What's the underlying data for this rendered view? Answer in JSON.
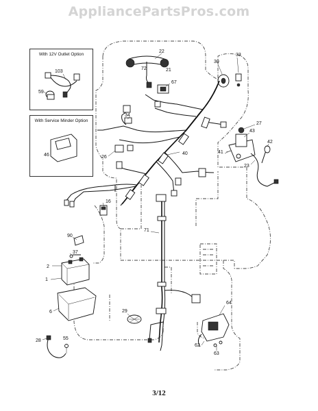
{
  "watermark": "AppliancePartsPros.com",
  "insets": {
    "outlet_option": "With 12V Outlet Option",
    "service_minder_option": "With Service Minder Option"
  },
  "labels": {
    "l22": "22",
    "l33": "33",
    "l30": "30",
    "l72": "72",
    "l21": "21",
    "l103": "103",
    "l59": "59",
    "l67": "67",
    "l34": "34",
    "l27": "27",
    "l43": "43",
    "l46": "46",
    "l26": "26",
    "l40": "40",
    "l41": "41",
    "l42": "42",
    "l23": "23",
    "l16": "16",
    "l90": "90",
    "l71": "71",
    "l37": "37",
    "l2": "2",
    "l1": "1",
    "l29": "29",
    "l6": "6",
    "l28": "28",
    "l55": "55",
    "l64": "64",
    "l62": "62",
    "l63": "63"
  },
  "page_number": "3/12"
}
